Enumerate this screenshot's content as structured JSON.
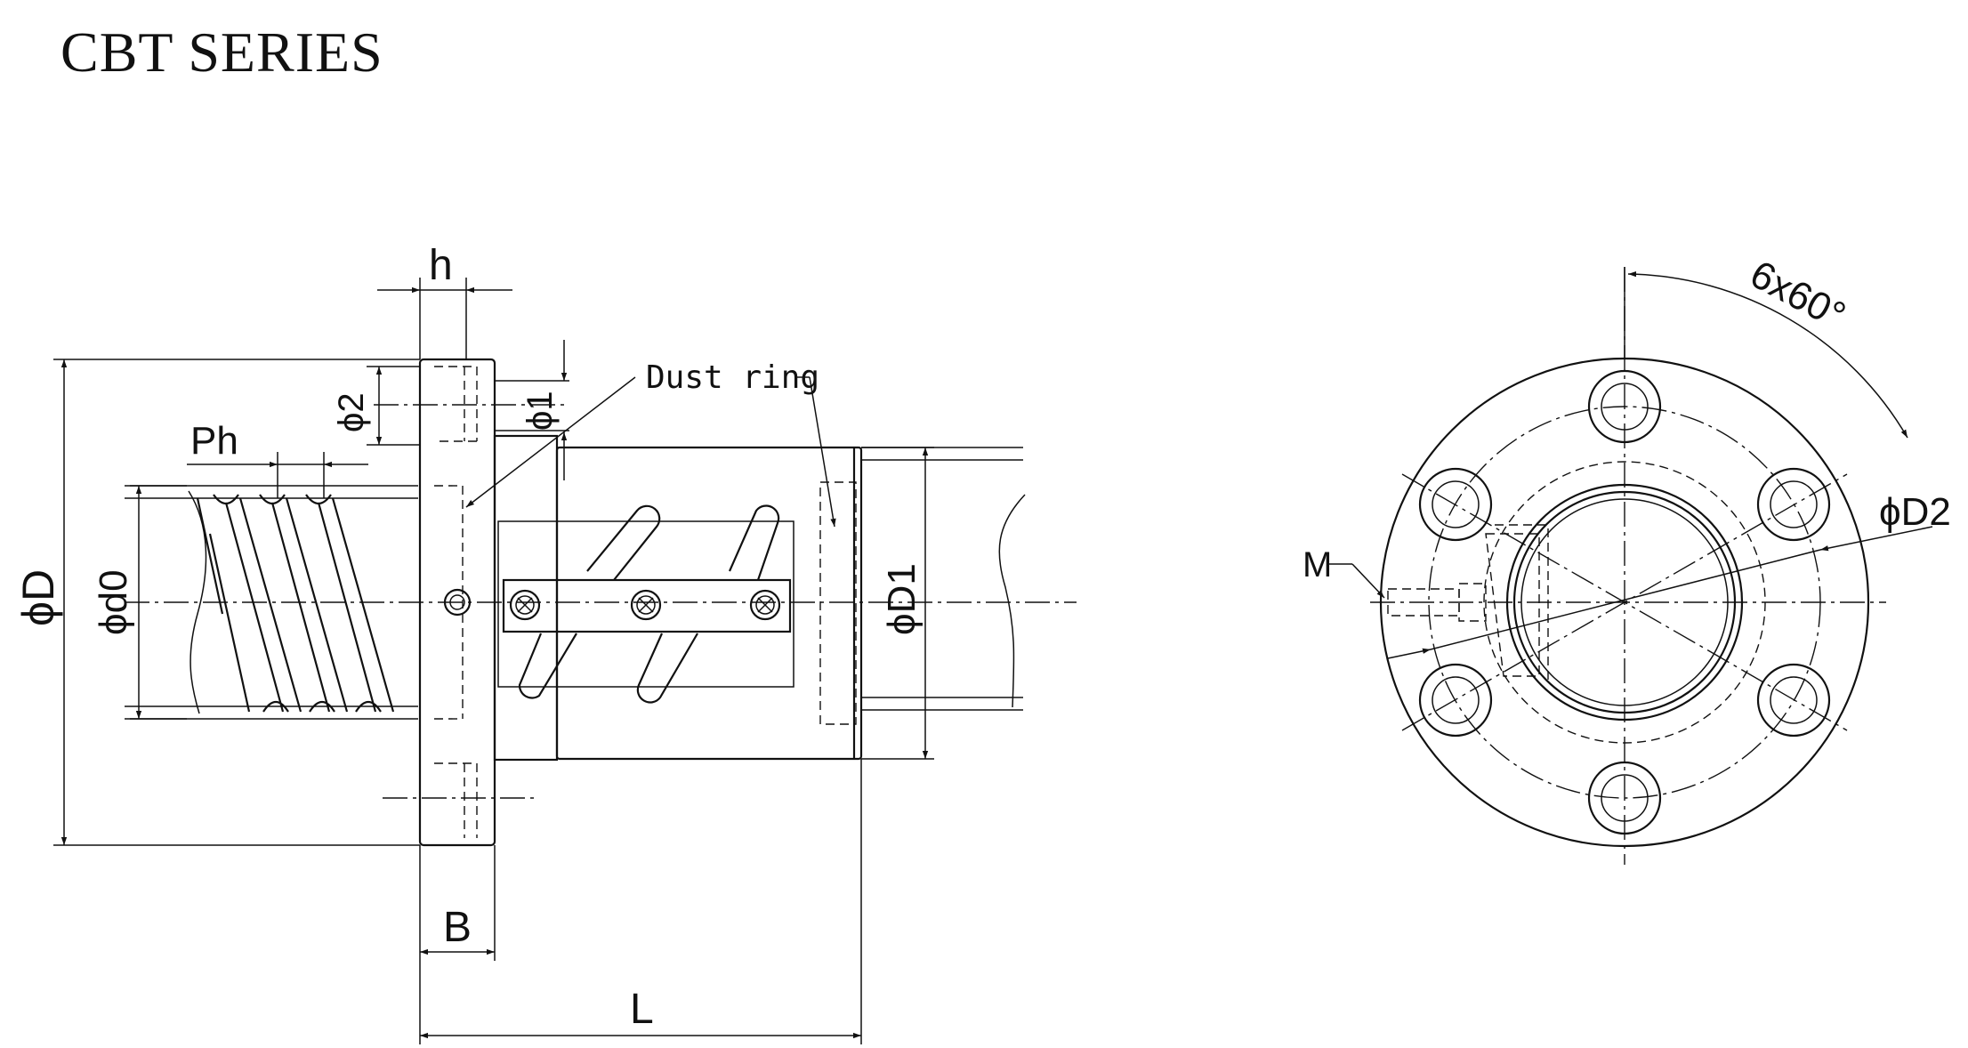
{
  "title": "CBT SERIES",
  "labels": {
    "h": "h",
    "phi2": "ϕ2",
    "phi1": "ϕ1",
    "dust_ring": "Dust ring",
    "ph": "Ph",
    "phi_D": "ϕD",
    "phi_d0": "ϕd0",
    "phi_D1": "ϕD1",
    "B": "B",
    "L": "L",
    "angle": "6x60°",
    "phi_D2": "ϕD2",
    "M": "M"
  }
}
